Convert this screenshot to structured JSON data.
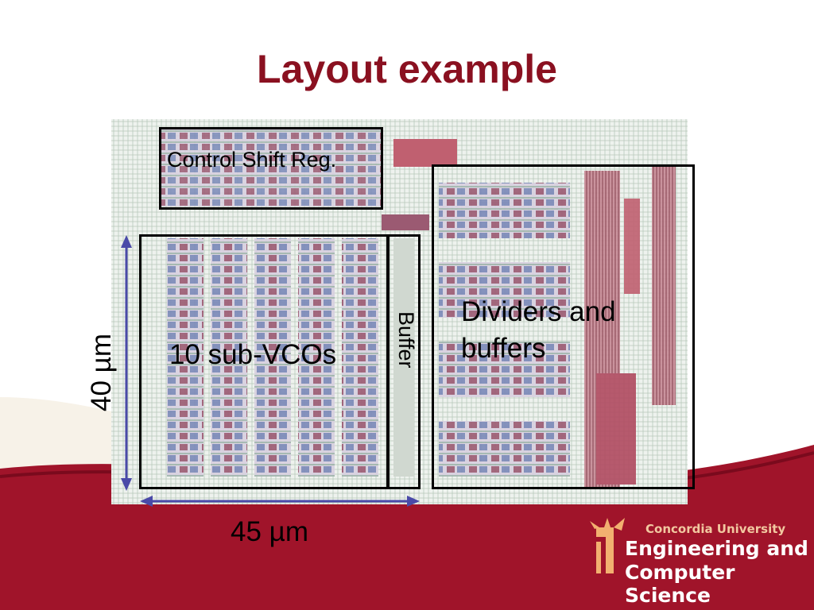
{
  "slide": {
    "title": "Layout example"
  },
  "labels": {
    "control_shift_reg": "Control Shift Reg.",
    "sub_vcos": "10 sub-VCOs",
    "buffer": "Buffer",
    "dividers_line1": "Dividers and",
    "dividers_line2": "buffers"
  },
  "dimensions": {
    "width": "45 µm",
    "height": "40 µm"
  },
  "logo": {
    "university": "Concordia University",
    "faculty_line1": "Engineering and",
    "faculty_line2": "Computer Science",
    "icon": "concordia-emblem-icon"
  },
  "colors": {
    "title": "#8a1020",
    "wave": "#a0142a",
    "arrow": "#4a4aa8"
  }
}
